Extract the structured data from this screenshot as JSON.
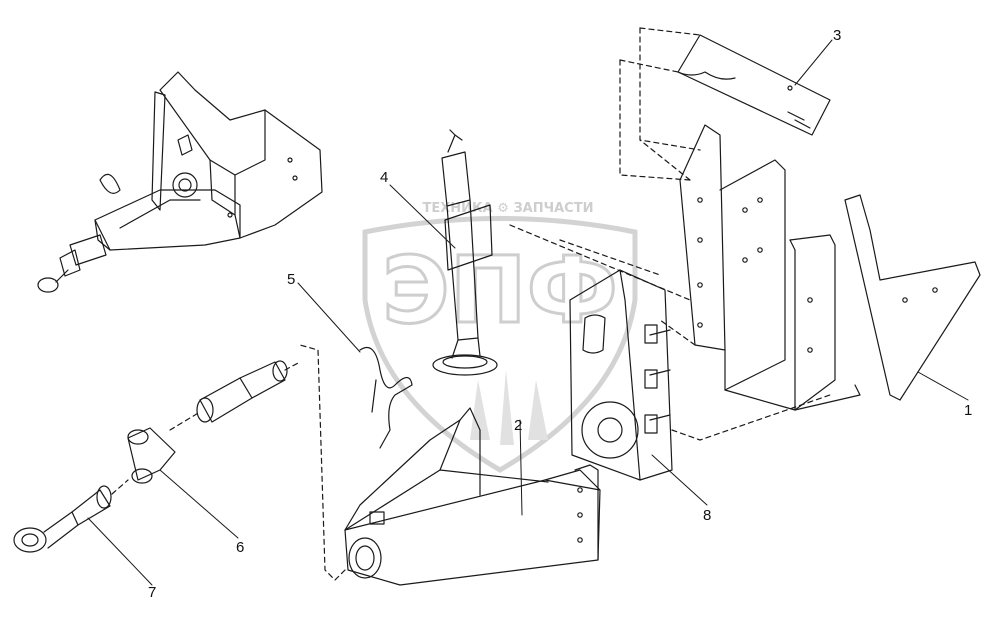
{
  "watermark": {
    "caption": "ТЕХНИКА ⚙ ЗАПЧАСТИ",
    "logo_text": "ЭПФ",
    "color": "#c9c9c9"
  },
  "callouts": [
    {
      "id": "1",
      "label": "1"
    },
    {
      "id": "2",
      "label": "2"
    },
    {
      "id": "3",
      "label": "3"
    },
    {
      "id": "4",
      "label": "4"
    },
    {
      "id": "5",
      "label": "5"
    },
    {
      "id": "6",
      "label": "6"
    },
    {
      "id": "7",
      "label": "7"
    },
    {
      "id": "8",
      "label": "8"
    }
  ],
  "colors": {
    "line": "#1a1a1a",
    "callout": "#111111"
  }
}
